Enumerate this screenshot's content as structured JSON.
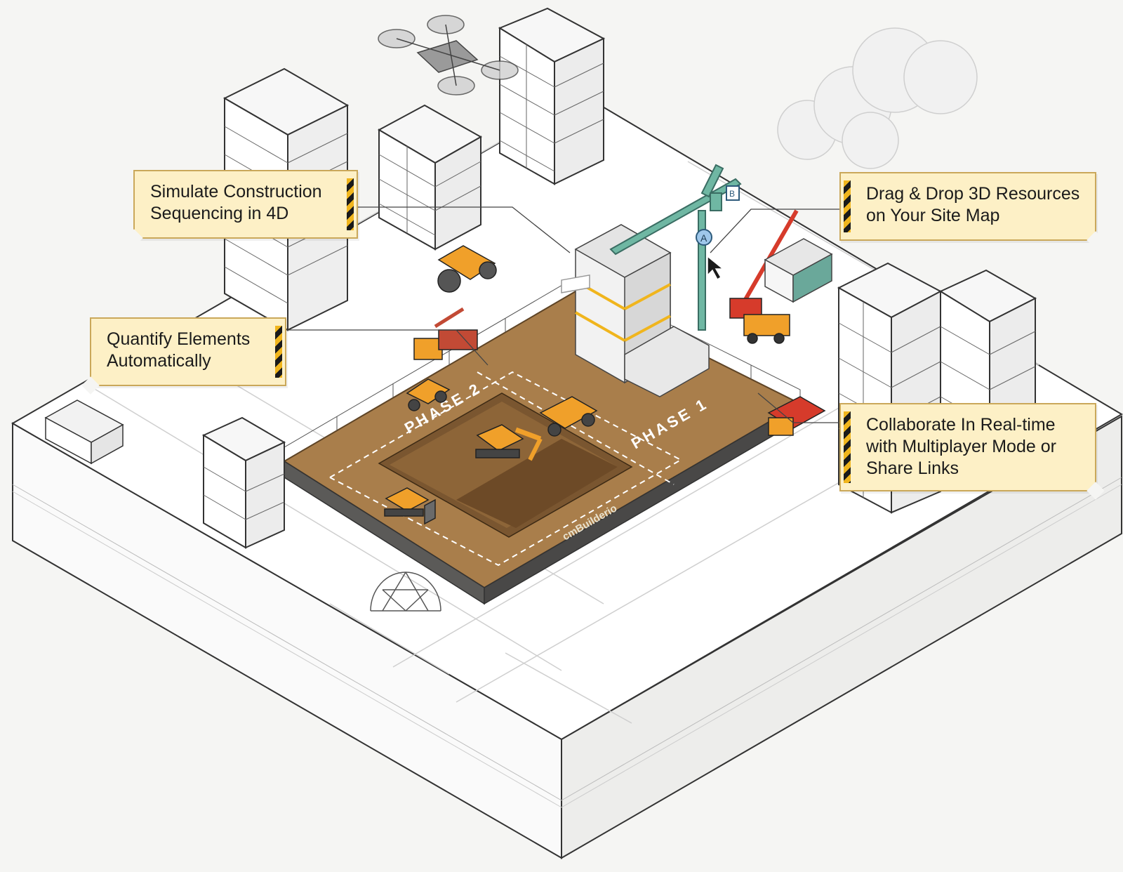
{
  "callouts": {
    "simulate": {
      "line1": "Simulate Construction",
      "line2": "Sequencing in 4D"
    },
    "quantify": {
      "line1": "Quantify Elements",
      "line2": "Automatically"
    },
    "drag_drop": {
      "line1": "Drag & Drop 3D Resources",
      "line2": "on Your Site Map"
    },
    "collaborate": {
      "line1": "Collaborate In Real-time",
      "line2": "with Multiplayer Mode or",
      "line3": "Share Links"
    }
  },
  "site": {
    "phase_1_label": "PHASE 1",
    "phase_2_label": "PHASE 2",
    "hoarding_brand": "cmBuilderio",
    "crane_marker": "A",
    "marker_b": "B"
  },
  "colors": {
    "callout_fill": "#fdf0c6",
    "callout_border": "#caa85a",
    "hazard_yellow": "#f0b51d",
    "hazard_black": "#1a1a1a",
    "site_dirt": "#a97e4b",
    "machine_orange": "#f0a02a",
    "crane_teal": "#6fb7a3",
    "mobile_crane_red": "#d63b2b"
  }
}
